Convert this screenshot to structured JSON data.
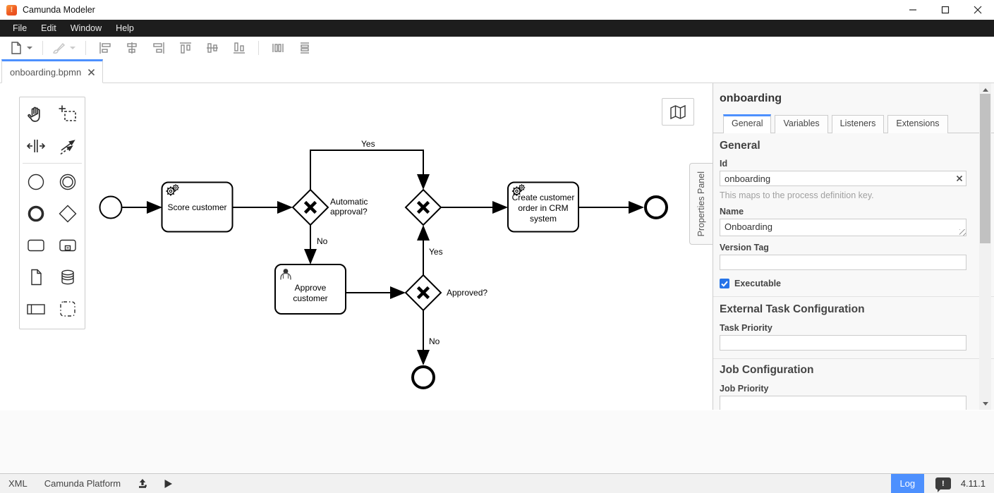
{
  "window": {
    "title": "Camunda Modeler"
  },
  "menu": {
    "items": [
      "File",
      "Edit",
      "Window",
      "Help"
    ]
  },
  "toolbar": {
    "icons": [
      "new-file",
      "dropdown-caret",
      "color-picker-brush",
      "dropdown-caret",
      "align-left",
      "align-center-vertical",
      "align-right",
      "align-top",
      "align-middle",
      "align-bottom",
      "distribute-horizontally",
      "distribute-vertically"
    ]
  },
  "tab": {
    "label": "onboarding.bpmn"
  },
  "palette": {
    "icons": [
      "hand-tool",
      "lasso-tool",
      "space-tool",
      "global-connect-tool",
      "create-start-event",
      "create-intermediate-event",
      "create-end-event",
      "create-gateway",
      "create-task",
      "create-subprocess",
      "create-data-object",
      "create-data-store",
      "create-participant",
      "create-group"
    ]
  },
  "diagram": {
    "task_score": "Score customer",
    "gw_auto_line1": "Automatic",
    "gw_auto_line2": "approval?",
    "flow_yes_top": "Yes",
    "flow_no_left": "No",
    "task_approve_line1": "Approve",
    "task_approve_line2": "customer",
    "gw_approved": "Approved?",
    "flow_yes_mid": "Yes",
    "flow_no_bottom": "No",
    "task_create_line1": "Create customer",
    "task_create_line2": "order in CRM",
    "task_create_line3": "system"
  },
  "properties": {
    "panel_toggle_label": "Properties Panel",
    "title": "onboarding",
    "tabs": [
      "General",
      "Variables",
      "Listeners",
      "Extensions"
    ],
    "active_tab": "General",
    "general": {
      "heading": "General",
      "id_label": "Id",
      "id_value": "onboarding",
      "id_help": "This maps to the process definition key.",
      "name_label": "Name",
      "name_value": "Onboarding",
      "version_tag_label": "Version Tag",
      "version_tag_value": "",
      "executable_label": "Executable",
      "executable_checked": true
    },
    "external_task": {
      "heading": "External Task Configuration",
      "task_priority_label": "Task Priority",
      "task_priority_value": ""
    },
    "job": {
      "heading": "Job Configuration",
      "job_priority_label": "Job Priority",
      "job_priority_value": ""
    }
  },
  "statusbar": {
    "xml_label": "XML",
    "engine_label": "Camunda Platform",
    "log_label": "Log",
    "version": "4.11.1"
  },
  "colors": {
    "accent_blue": "#4d90fe",
    "menu_bg": "#1d1d1d",
    "camunda_orange": "#ef5a23",
    "checkbox_blue": "#2573e8"
  }
}
